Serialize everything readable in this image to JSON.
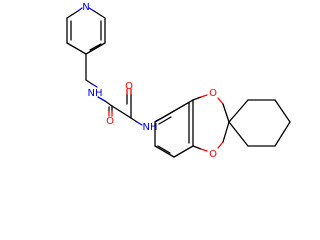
{
  "molecule": {
    "atom_labels": {
      "pyridine_n": "N",
      "amine_nh_1": "NH",
      "carbonyl_o_1": "O",
      "carbonyl_o_2": "O",
      "amine_nh_2": "NH",
      "ether_o_top": "O",
      "ether_o_bottom": "O"
    },
    "colors": {
      "bond": "#000000",
      "nitrogen": "#0000ff",
      "oxygen": "#ff0000",
      "background": "#ffffff"
    }
  }
}
